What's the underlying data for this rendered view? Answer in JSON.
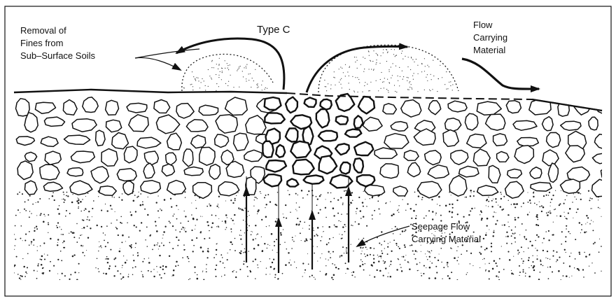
{
  "labels": {
    "type": "Type C",
    "removal_1": "Removal of",
    "removal_2": "Fines from",
    "removal_3": "Sub–Surface Soils",
    "flow_1": "Flow",
    "flow_2": "Carrying",
    "flow_3": "Material",
    "seep_1": "Seepage Flow",
    "seep_2": "Carrying Material"
  },
  "colors": {
    "ink": "#111111",
    "paper": "#ffffff"
  }
}
